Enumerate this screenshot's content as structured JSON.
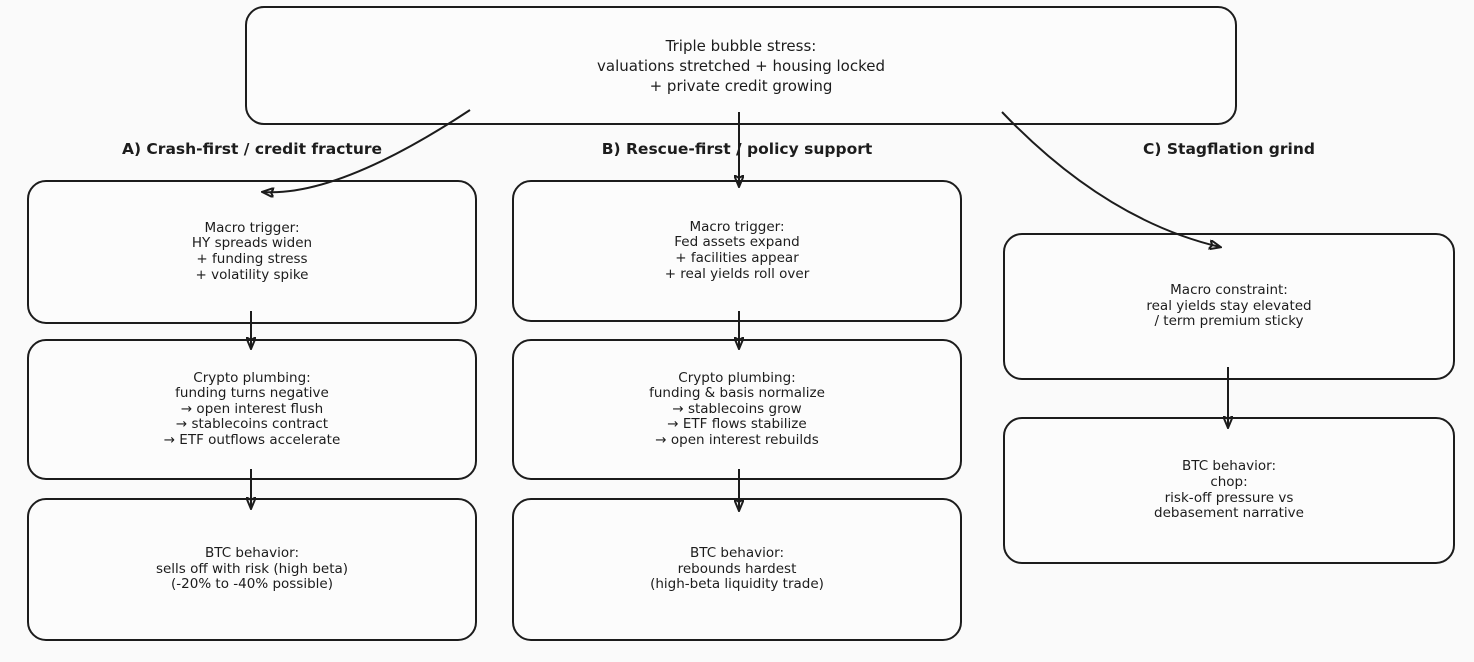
{
  "diagram": {
    "root_box": {
      "lines": [
        "Triple bubble stress:",
        "valuations stretched + housing locked",
        "+ private credit growing"
      ]
    },
    "columns": [
      {
        "header": "A) Crash-first / credit fracture",
        "boxes": [
          {
            "name": "macro-trigger",
            "lines": [
              "Macro trigger:",
              "HY spreads widen",
              "+ funding stress",
              "+ volatility spike"
            ]
          },
          {
            "name": "crypto-plumbing",
            "lines": [
              "Crypto plumbing:",
              "funding turns negative",
              "→ open interest flush",
              "→ stablecoins contract",
              "→ ETF outflows accelerate"
            ]
          },
          {
            "name": "btc-behavior",
            "lines": [
              "BTC behavior:",
              "sells off with risk (high beta)",
              "(-20% to -40% possible)"
            ]
          }
        ]
      },
      {
        "header": "B) Rescue-first / policy support",
        "boxes": [
          {
            "name": "macro-trigger",
            "lines": [
              "Macro trigger:",
              "Fed assets expand",
              "+ facilities appear",
              "+ real yields roll over"
            ]
          },
          {
            "name": "crypto-plumbing",
            "lines": [
              "Crypto plumbing:",
              "funding & basis normalize",
              "→ stablecoins grow",
              "→ ETF flows stabilize",
              "→ open interest rebuilds"
            ]
          },
          {
            "name": "btc-behavior",
            "lines": [
              "BTC behavior:",
              "rebounds hardest",
              "(high-beta liquidity trade)"
            ]
          }
        ]
      },
      {
        "header": "C) Stagflation grind",
        "boxes": [
          {
            "name": "macro-constraint",
            "lines": [
              "Macro constraint:",
              "real yields stay elevated",
              "/ term premium sticky"
            ]
          },
          {
            "name": "btc-behavior",
            "lines": [
              "BTC behavior:",
              "chop:",
              "risk-off pressure vs",
              "debasement narrative"
            ]
          }
        ]
      }
    ],
    "colors": {
      "line": "#1c1c1c",
      "background": "#fafafa",
      "box_fill": "#fcfcfc"
    }
  }
}
